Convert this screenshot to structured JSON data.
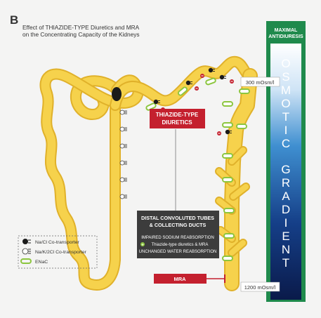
{
  "panel_label": "B",
  "title_line1": "Effect of THIAZIDE-TYPE Diuretics and MRA",
  "title_line2": "on the Concentrating Capacity of the Kidneys",
  "maximal_box": {
    "line1": "MAXIMAL",
    "line2": "ANTIDIURESIS"
  },
  "gradient_words": {
    "word1": "OSMOTIC",
    "word2": "GRADIENT"
  },
  "osm_top": "300 mOsm/l",
  "osm_bottom": "1200 mOsm/l",
  "thiazide_box": {
    "line1": "THIAZIDE-TYPE",
    "line2": "DIURETICS"
  },
  "mra_box": "MRA",
  "dct_box": {
    "heading1": "DISTAL CONVOLUTED TUBES",
    "heading2": "& COLLECTING DUCTS",
    "line1": "IMPAIRED SODIUM REABSORPTION",
    "line2": "Thiazide-type diuretics & MRA",
    "line3": "UNCHANGED WATER REABSORPTION"
  },
  "legend": {
    "item1": "Na/Cl Co-transporter",
    "item2": "Na/K/2Cl Co-transporter",
    "item3": "ENaC"
  },
  "colors": {
    "tubule": "#f6d24c",
    "tubule_outline": "#e0b12a",
    "enac": "#8cc63f",
    "red_box": "#c4202e",
    "dark_box": "#3c3c3c",
    "green_frame": "#1f8a4c",
    "gradient_top": "#ffffff",
    "gradient_bottom": "#0c1f55"
  }
}
